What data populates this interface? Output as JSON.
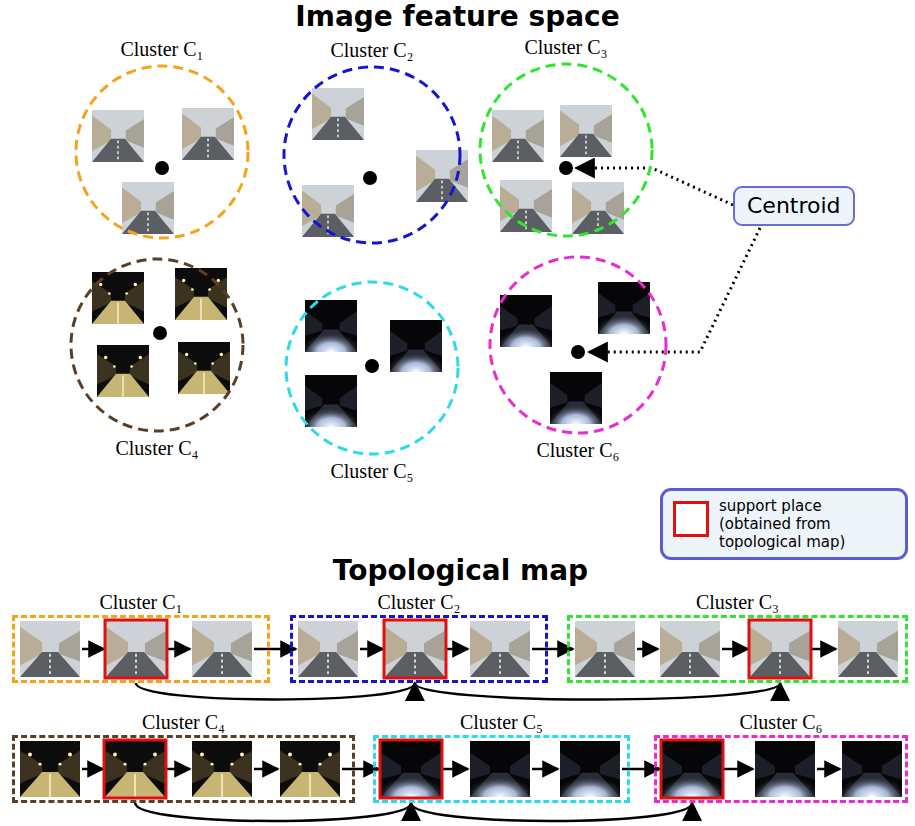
{
  "diagram": {
    "title": "Image feature space",
    "nodes": [
      {
        "text": [
          "Cluster C₁"
        ]
      },
      {
        "text": [
          "Cluster C₂"
        ]
      },
      {
        "text": [
          "Cluster C₃"
        ]
      },
      {
        "text": [
          "Centroid"
        ]
      },
      {
        "text": [
          "Cluster C₄"
        ]
      },
      {
        "text": [
          "Cluster C₅"
        ]
      },
      {
        "text": [
          "Cluster C₆"
        ]
      },
      {
        "text": [
          "Cluster C₁"
        ]
      },
      {
        "text": [
          "Cluster C₂"
        ]
      },
      {
        "text": [
          "Cluster C₃"
        ]
      },
      {
        "text": [
          "Cluster C₄"
        ]
      },
      {
        "text": [
          "Cluster C₅"
        ]
      },
      {
        "text": [
          "Cluster C₆"
        ]
      }
    ],
    "edges": [
      {
        "from": 7,
        "to": 8,
        "arrow": "to"
      },
      {
        "from": 8,
        "to": 9,
        "arrow": "to"
      },
      {
        "from": 10,
        "to": 11,
        "arrow": "to"
      },
      {
        "from": 11,
        "to": 12,
        "arrow": "to"
      }
    ],
    "labels": [
      "Topological map"
    ],
    "legend": [
      {
        "text": "support place (obtained from topological map)"
      }
    ]
  }
}
